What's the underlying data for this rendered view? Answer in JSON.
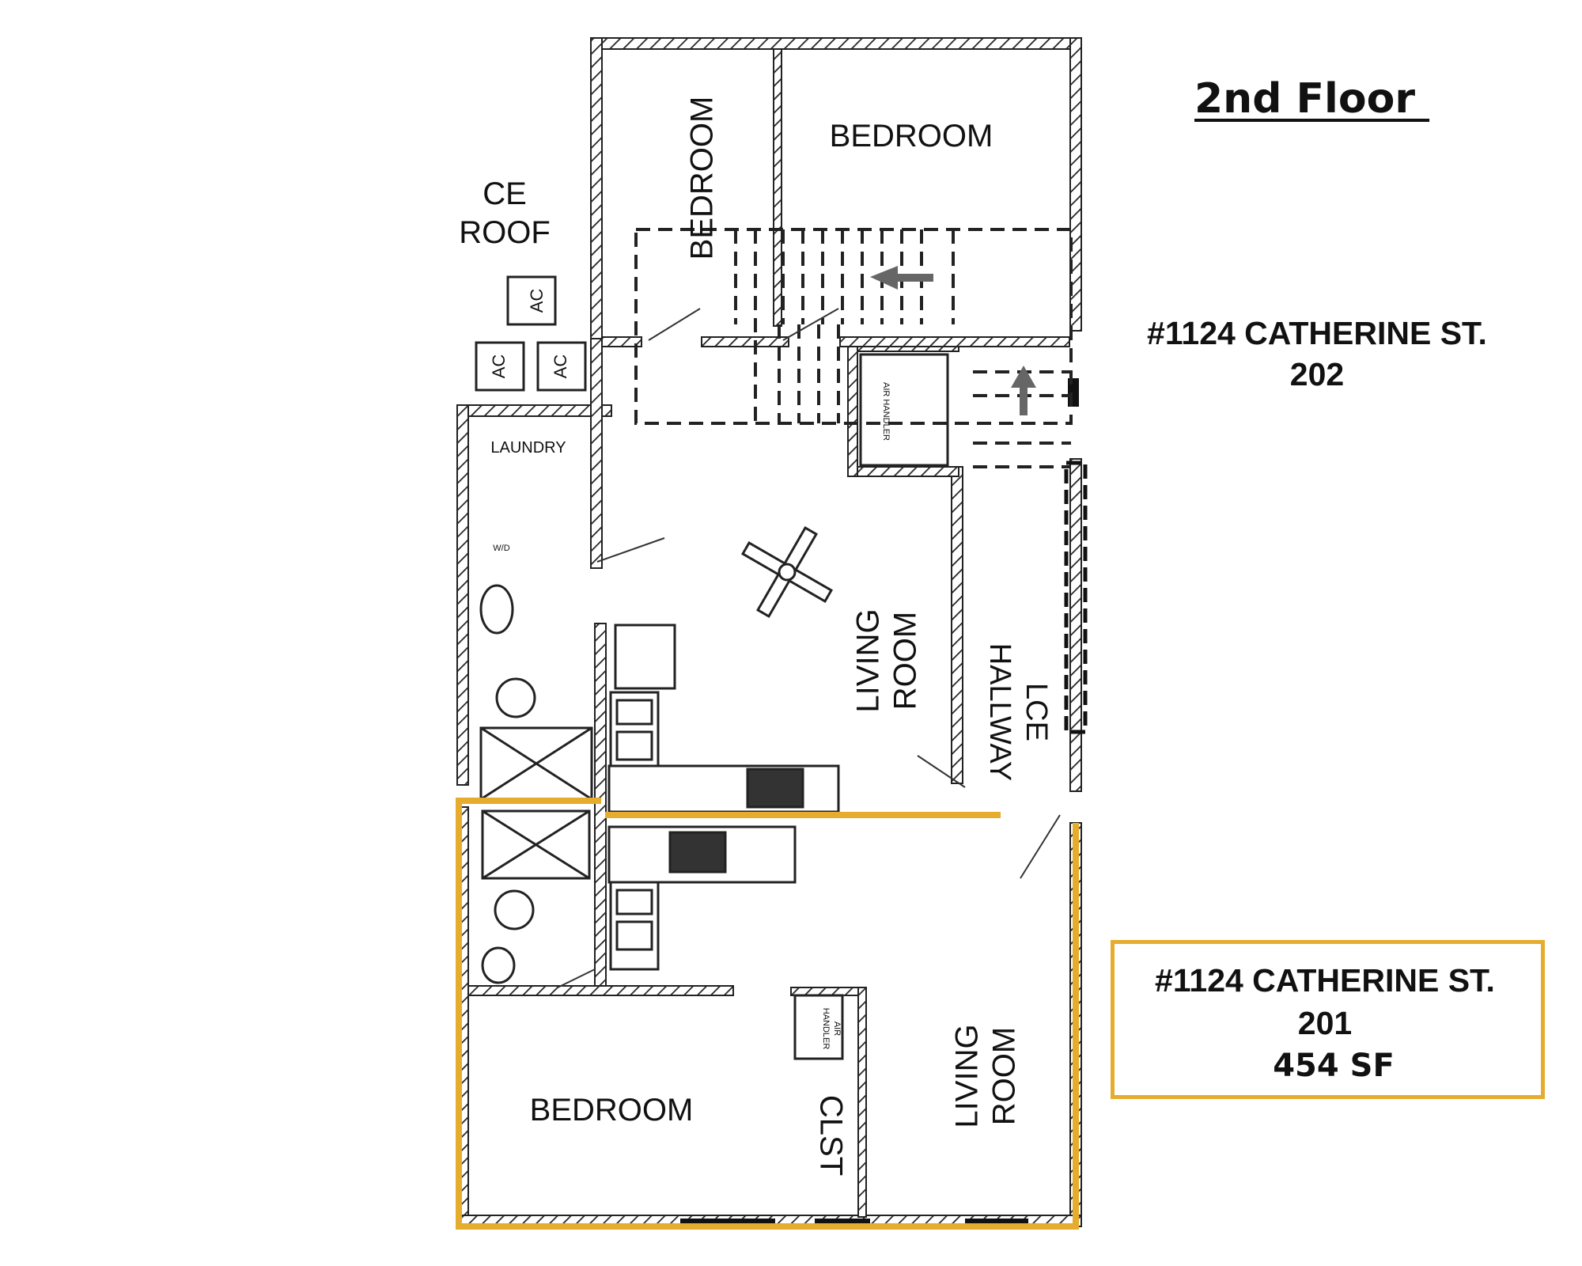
{
  "header": {
    "title": "2nd Floor "
  },
  "unit_202": {
    "address": "#1124 CATHERINE ST.",
    "unit": "202"
  },
  "unit_201": {
    "address": "#1124 CATHERINE ST.",
    "unit": "201",
    "area": "454 SF"
  },
  "labels": {
    "bedroom_top_left": "BEDROOM",
    "bedroom_top_right": "BEDROOM",
    "ce_roof_1": "CE",
    "ce_roof_2": "ROOF",
    "ac": "AC",
    "laundry": "LAUNDRY",
    "living_room_1": "LIVING",
    "living_room_2": "ROOM",
    "lce_hallway_1": "LCE",
    "lce_hallway_2": "HALLWAY",
    "air_handler": "AIR HANDLER",
    "air_handler_lower_1": "AIR",
    "air_handler_lower_2": "HANDLER",
    "bedroom_bottom": "BEDROOM",
    "closet": "CLST",
    "wd": "W/D"
  },
  "colors": {
    "highlight": "#e6ac2e",
    "line": "#222222"
  },
  "icons": [
    "ceiling-fan-icon",
    "arrow-left-icon",
    "arrow-up-icon",
    "toilet-icon",
    "sink-icon",
    "stove-icon"
  ]
}
